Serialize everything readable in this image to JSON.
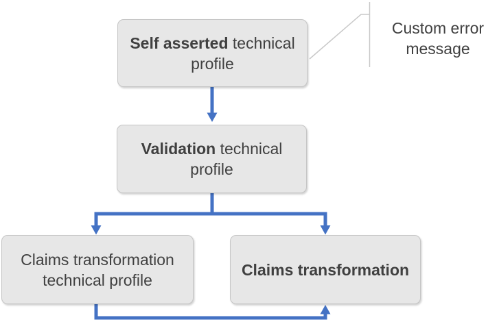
{
  "nodes": {
    "self_asserted": {
      "emphasis": "Self asserted",
      "suffix": " technical profile"
    },
    "validation": {
      "emphasis": "Validation",
      "suffix": " technical profile"
    },
    "claims_transformation_profile": {
      "text": "Claims transformation technical profile"
    },
    "claims_transformation": {
      "emphasis": "Claims transformation"
    }
  },
  "callout": {
    "label": "Custom error message",
    "attached_to": "self_asserted"
  },
  "edges": [
    {
      "from": "self_asserted",
      "to": "validation"
    },
    {
      "from": "validation",
      "to": "claims_transformation_profile"
    },
    {
      "from": "validation",
      "to": "claims_transformation"
    },
    {
      "from": "claims_transformation_profile",
      "to": "claims_transformation"
    }
  ],
  "colors": {
    "arrow_blue": "#4472c4",
    "box_fill": "#e7e7e7",
    "box_border": "#c5c5c5",
    "text_color": "#404040",
    "callout_line": "#c9c9c9",
    "background": "#ffffff"
  }
}
